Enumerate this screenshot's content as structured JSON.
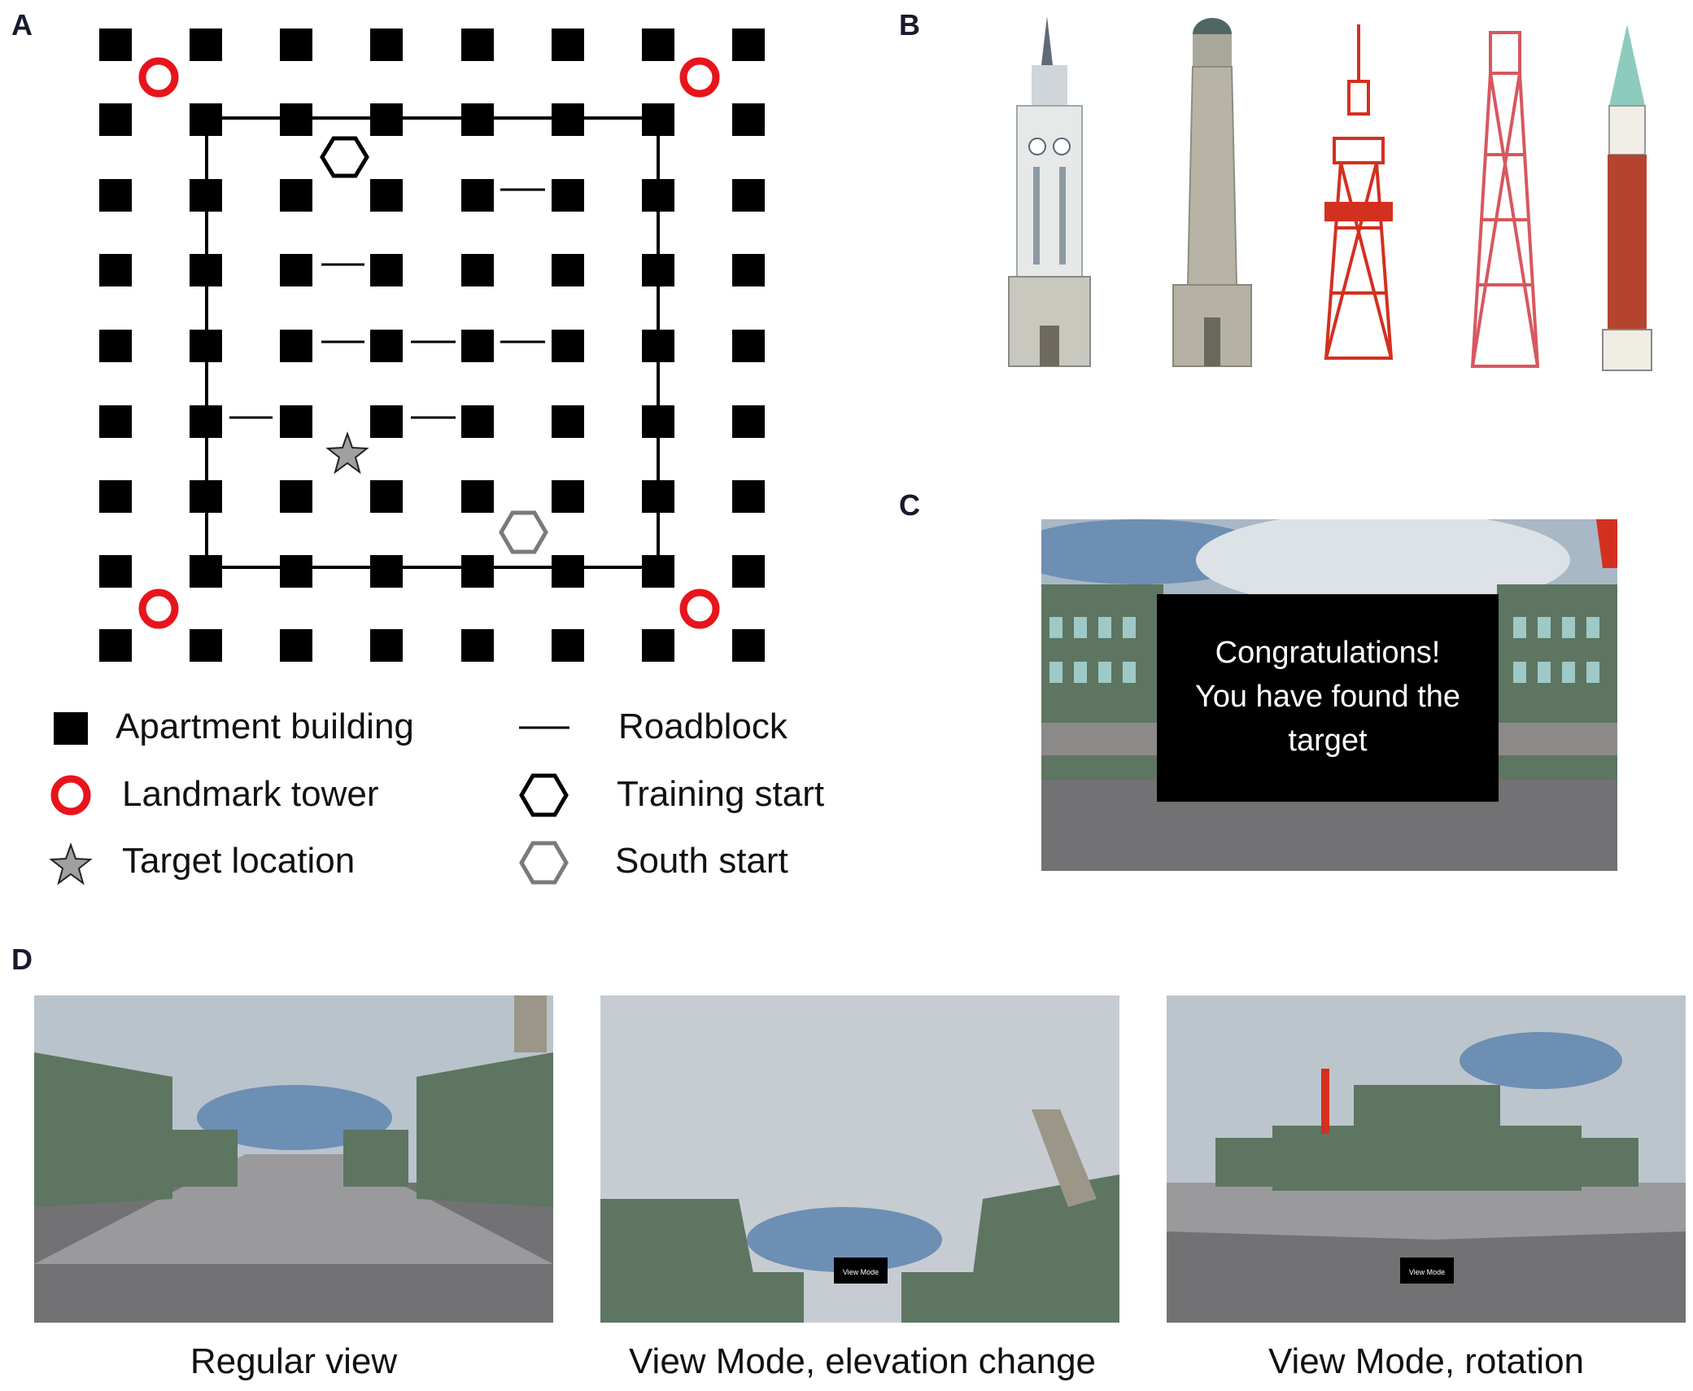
{
  "panels": {
    "a": "A",
    "b": "B",
    "c": "C",
    "d": "D"
  },
  "legend": {
    "apartment": "Apartment building",
    "landmark": "Landmark tower",
    "target": "Target location",
    "roadblock": "Roadblock",
    "training_start": "Training start",
    "south_start": "South start"
  },
  "congrats": {
    "line1": "Congratulations!",
    "line2": "You have found the",
    "line3": "target"
  },
  "view_mode_label": "View Mode",
  "captions": {
    "regular": "Regular view",
    "elevation": "View Mode, elevation change",
    "rotation": "View Mode, rotation"
  },
  "colors": {
    "landmark_red": "#e8141b",
    "target_gray": "#a0a0a0",
    "south_gray": "#7a7a7a",
    "sky": "#8fa3b8",
    "building_green": "#5d7561",
    "ground": "#6e6e70"
  }
}
